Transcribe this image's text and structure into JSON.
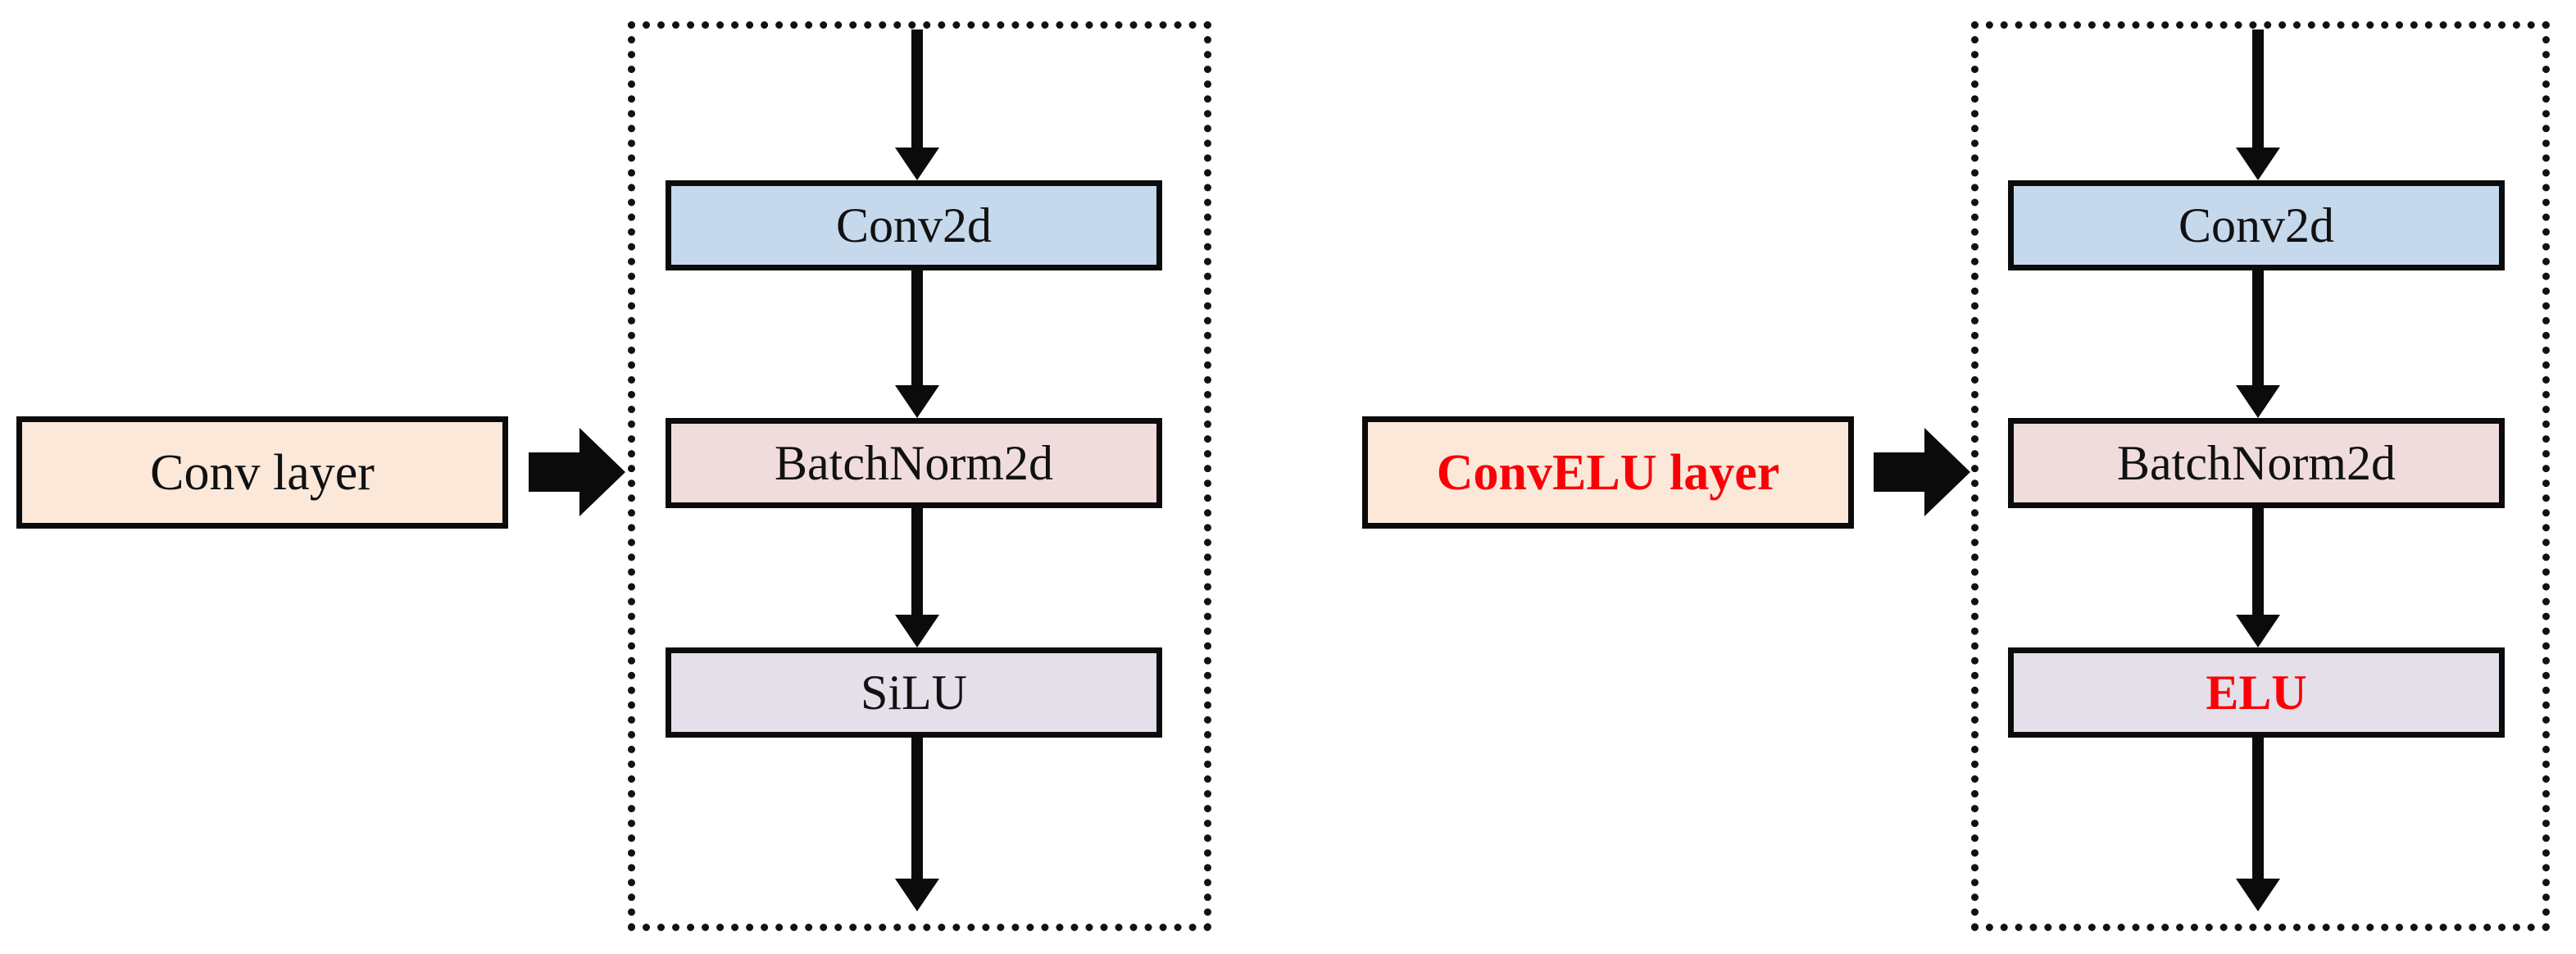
{
  "figure": {
    "kind": "two-panel-architecture-diagram",
    "background": "#ffffff",
    "accent_color": "#fb0007",
    "outline_color": "#0b0b0b"
  },
  "panels": [
    {
      "id": "baseline",
      "entry": {
        "label": "Conv layer",
        "fill": "#fbe8d9",
        "text_color": "#111111",
        "bold": false
      },
      "arrow_label": "block-arrow-right",
      "group_border": "dotted",
      "stages": [
        {
          "label": "Conv2d",
          "fill": "#c5d8ec",
          "text_color": "#111111",
          "bold": false
        },
        {
          "label": "BatchNorm2d",
          "fill": "#f0dcdc",
          "text_color": "#111111",
          "bold": false
        },
        {
          "label": "SiLU",
          "fill": "#e5dfea",
          "text_color": "#111111",
          "bold": false
        }
      ]
    },
    {
      "id": "proposed",
      "entry": {
        "label": "ConvELU layer",
        "fill": "#fbe8d9",
        "text_color": "#fb0007",
        "bold": true
      },
      "arrow_label": "block-arrow-right",
      "group_border": "dotted",
      "stages": [
        {
          "label": "Conv2d",
          "fill": "#c5d8ec",
          "text_color": "#111111",
          "bold": false
        },
        {
          "label": "BatchNorm2d",
          "fill": "#f0dcdc",
          "text_color": "#111111",
          "bold": false
        },
        {
          "label": "ELU",
          "fill": "#e5dfea",
          "text_color": "#fb0007",
          "bold": true
        }
      ]
    }
  ],
  "icons": {
    "down_arrow": "arrow-down-icon",
    "right_block_arrow": "arrow-right-block-icon"
  }
}
